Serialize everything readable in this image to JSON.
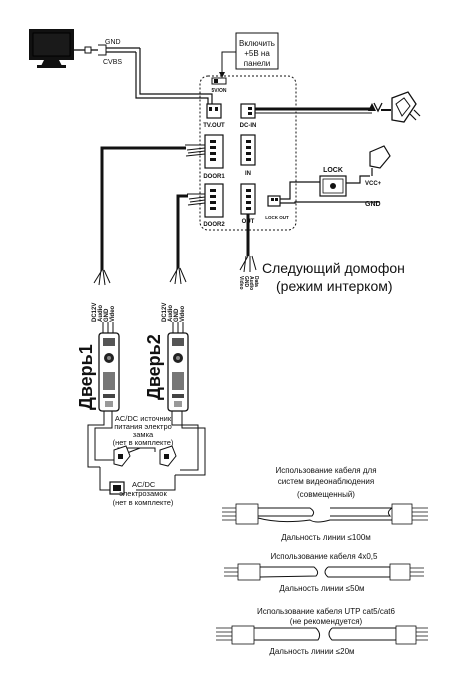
{
  "monitor": {
    "gnd_label": "GND",
    "cvbs_label": "CVBS"
  },
  "power_note": {
    "line1": "Включить",
    "line2": "+5В на",
    "line3": "панели",
    "switch_label": "5V/ON"
  },
  "main_unit": {
    "tvout": "TV.OUT",
    "dcin": "DC-IN",
    "door1": "DOOR1",
    "in": "IN",
    "door2": "DOOR2",
    "out": "OUT",
    "lock_out": "LOCK OUT"
  },
  "lock": {
    "label": "LOCK",
    "vcc": "VCC+",
    "gnd": "GND"
  },
  "next_intercom": {
    "wires": [
      "Video",
      "GND",
      "Audio",
      "Data"
    ],
    "line1": "Следующий домофон",
    "line2": "(режим интерком)"
  },
  "doors": [
    {
      "label": "Дверь1",
      "wires": [
        "DC12V",
        "Audio",
        "GND",
        "Video"
      ]
    },
    {
      "label": "Дверь2",
      "wires": [
        "DC12V",
        "Audio",
        "GND",
        "Video"
      ]
    }
  ],
  "psu_note": {
    "line1": "AC/DC источник",
    "line2": "питания электро",
    "line3": "замка",
    "line4": "(нет в комплекте)"
  },
  "electrolock_note": {
    "line1": "AC/DC",
    "line2": "электрозамок",
    "line3": "(нет в комплекте)"
  },
  "cables": [
    {
      "title_line1": "Использование кабеля для",
      "title_line2": "систем видеонаблюдения",
      "title_line3": "(совмещенный)",
      "distance": "Дальность линии ≤100м"
    },
    {
      "title_line1": "Использование кабеля 4х0,5",
      "distance": "Дальность линии ≤50м"
    },
    {
      "title_line1": "Использование кабеля UTP cat5/cat6",
      "title_line2": "(не рекомендуется)",
      "distance": "Дальность линии ≤20м"
    }
  ]
}
